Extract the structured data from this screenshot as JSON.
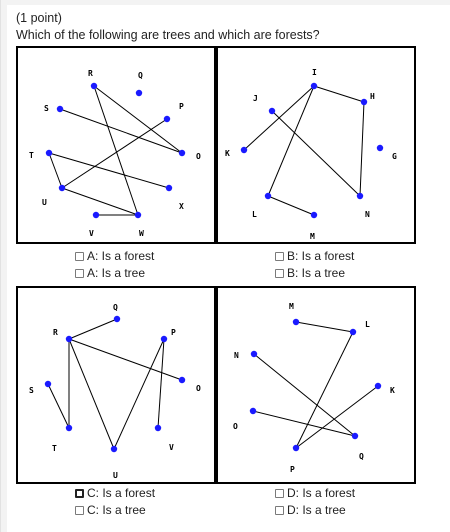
{
  "header": {
    "points": "(1 point)",
    "question": "Which of the following are trees and which are forests?"
  },
  "graphs": [
    {
      "id": "A",
      "nodes": [
        {
          "label": "R"
        },
        {
          "label": "Q"
        },
        {
          "label": "S"
        },
        {
          "label": "P"
        },
        {
          "label": "T"
        },
        {
          "label": "O"
        },
        {
          "label": "U"
        },
        {
          "label": "X"
        },
        {
          "label": "V"
        },
        {
          "label": "W"
        }
      ],
      "edges": [
        [
          "R",
          "O"
        ],
        [
          "S",
          "O"
        ],
        [
          "R",
          "W"
        ],
        [
          "T",
          "X"
        ],
        [
          "T",
          "U"
        ],
        [
          "U",
          "P"
        ],
        [
          "U",
          "W"
        ],
        [
          "V",
          "W"
        ]
      ],
      "options": [
        "A: Is a forest",
        "A: Is a tree"
      ]
    },
    {
      "id": "B",
      "nodes": [
        {
          "label": "I"
        },
        {
          "label": "J"
        },
        {
          "label": "H"
        },
        {
          "label": "K"
        },
        {
          "label": "G"
        },
        {
          "label": "L"
        },
        {
          "label": "N"
        },
        {
          "label": "M"
        }
      ],
      "edges": [
        [
          "I",
          "K"
        ],
        [
          "I",
          "H"
        ],
        [
          "I",
          "L"
        ],
        [
          "J",
          "N"
        ],
        [
          "H",
          "N"
        ],
        [
          "L",
          "M"
        ]
      ],
      "options": [
        "B: Is a forest",
        "B: Is a tree"
      ]
    },
    {
      "id": "C",
      "nodes": [
        {
          "label": "Q"
        },
        {
          "label": "R"
        },
        {
          "label": "P"
        },
        {
          "label": "S"
        },
        {
          "label": "O"
        },
        {
          "label": "T"
        },
        {
          "label": "V"
        },
        {
          "label": "U"
        }
      ],
      "edges": [
        [
          "R",
          "Q"
        ],
        [
          "R",
          "O"
        ],
        [
          "R",
          "T"
        ],
        [
          "R",
          "U"
        ],
        [
          "S",
          "T"
        ],
        [
          "P",
          "U"
        ],
        [
          "P",
          "V"
        ]
      ],
      "options": [
        "C: Is a forest",
        "C: Is a tree"
      ]
    },
    {
      "id": "D",
      "nodes": [
        {
          "label": "M"
        },
        {
          "label": "L"
        },
        {
          "label": "N"
        },
        {
          "label": "K"
        },
        {
          "label": "O"
        },
        {
          "label": "Q"
        },
        {
          "label": "P"
        }
      ],
      "edges": [
        [
          "M",
          "L"
        ],
        [
          "L",
          "P"
        ],
        [
          "N",
          "Q"
        ],
        [
          "K",
          "P"
        ],
        [
          "O",
          "Q"
        ]
      ],
      "options": [
        "D: Is a forest",
        "D: Is a tree"
      ]
    }
  ],
  "colors": {
    "node": "#1a1aff",
    "edge": "#000000",
    "border": "#000000"
  }
}
